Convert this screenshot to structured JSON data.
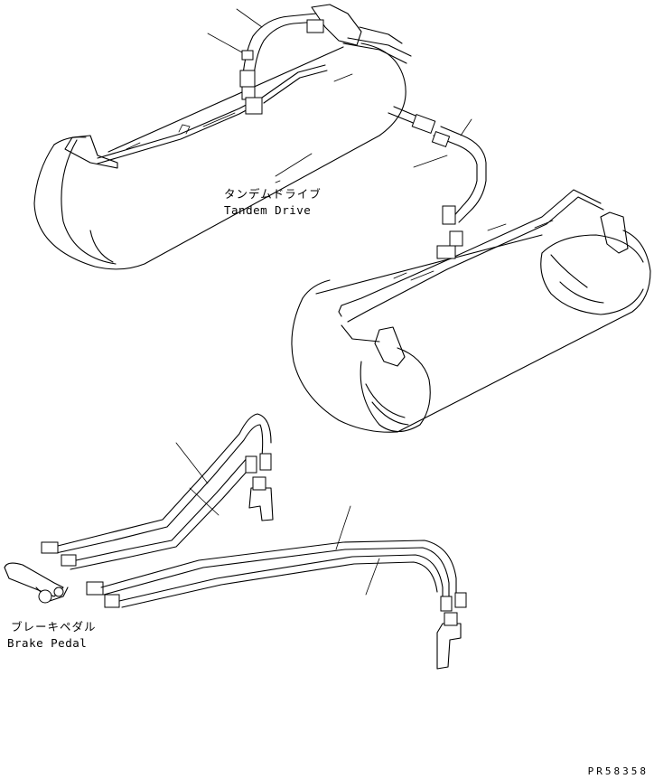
{
  "labels": {
    "tandem_drive_jp": "タンデムドライブ",
    "tandem_drive_en": "Tandem Drive",
    "brake_pedal_jp": "ブレーキペダル",
    "brake_pedal_en": "Brake Pedal"
  },
  "drawing_number": "PR58358"
}
